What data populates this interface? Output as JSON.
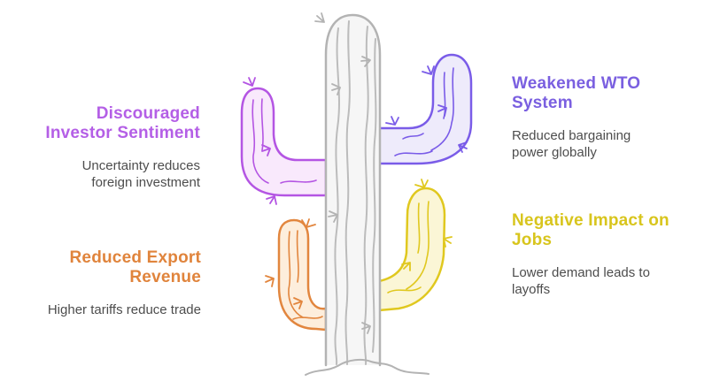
{
  "canvas": {
    "background": "#ffffff",
    "subtitle_color": "#4d4d4d"
  },
  "cards": {
    "investor_sentiment": {
      "title": "Discouraged\nInvestor Sentiment",
      "subtitle": "Uncertainty reduces\nforeign investment",
      "accent": "#b45fe6"
    },
    "wto_system": {
      "title": "Weakened WTO\nSystem",
      "subtitle": "Reduced bargaining\npower globally",
      "accent": "#7a5fe0"
    },
    "export_revenue": {
      "title": "Reduced Export\nRevenue",
      "subtitle": "Higher tariffs reduce trade",
      "accent": "#e0843c"
    },
    "jobs_impact": {
      "title": "Negative Impact on\nJobs",
      "subtitle": "Lower demand leads to\nlayoffs",
      "accent": "#d8c51d"
    }
  },
  "cactus": {
    "trunk": {
      "fill": "#f6f6f6",
      "stroke": "#b3b3b3",
      "detail_stroke": "#bcbcbc"
    },
    "ground_stroke": "#b3b3b3",
    "arms": {
      "upper_left": {
        "fill": "#f9e9fc",
        "stroke": "#b455e3"
      },
      "upper_right": {
        "fill": "#eeebfb",
        "stroke": "#7a5ce8"
      },
      "lower_left": {
        "fill": "#fdeedc",
        "stroke": "#e2863e"
      },
      "lower_right": {
        "fill": "#fbf6d6",
        "stroke": "#e0c81f"
      }
    }
  }
}
